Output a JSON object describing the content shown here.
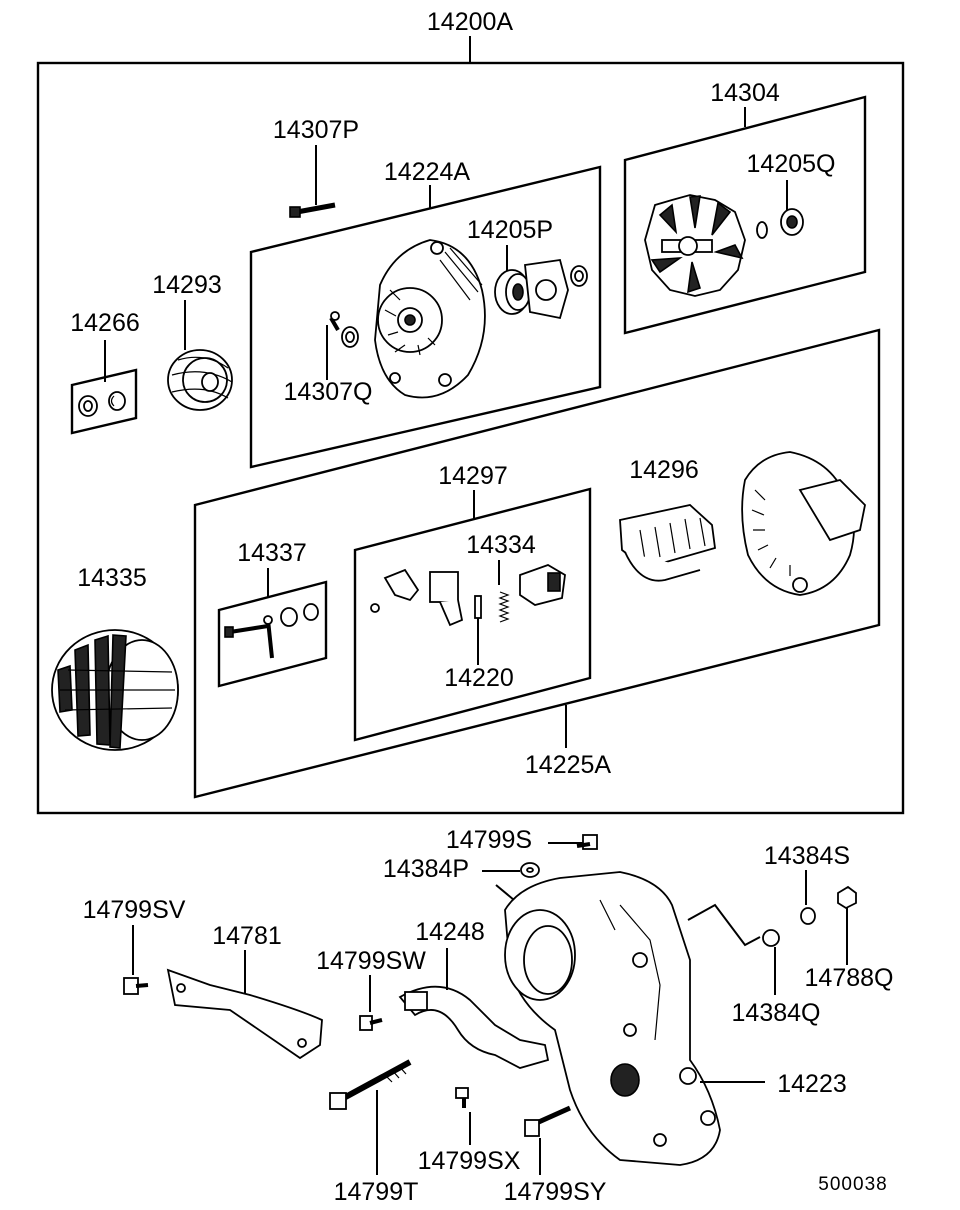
{
  "diagram_code": "500038",
  "callouts": {
    "c14200A": "14200A",
    "c14307P": "14307P",
    "c14224A": "14224A",
    "c14205P": "14205P",
    "c14304": "14304",
    "c14205Q": "14205Q",
    "c14293": "14293",
    "c14266": "14266",
    "c14307Q": "14307Q",
    "c14297": "14297",
    "c14296": "14296",
    "c14337": "14337",
    "c14334": "14334",
    "c14335": "14335",
    "c14220": "14220",
    "c14225A": "14225A",
    "c14799S": "14799S",
    "c14384P": "14384P",
    "c14384S": "14384S",
    "c14799SV": "14799SV",
    "c14781": "14781",
    "c14248": "14248",
    "c14799SW": "14799SW",
    "c14788Q": "14788Q",
    "c14384Q": "14384Q",
    "c14223": "14223",
    "c14799SX": "14799SX",
    "c14799T": "14799T",
    "c14799SY": "14799SY"
  }
}
